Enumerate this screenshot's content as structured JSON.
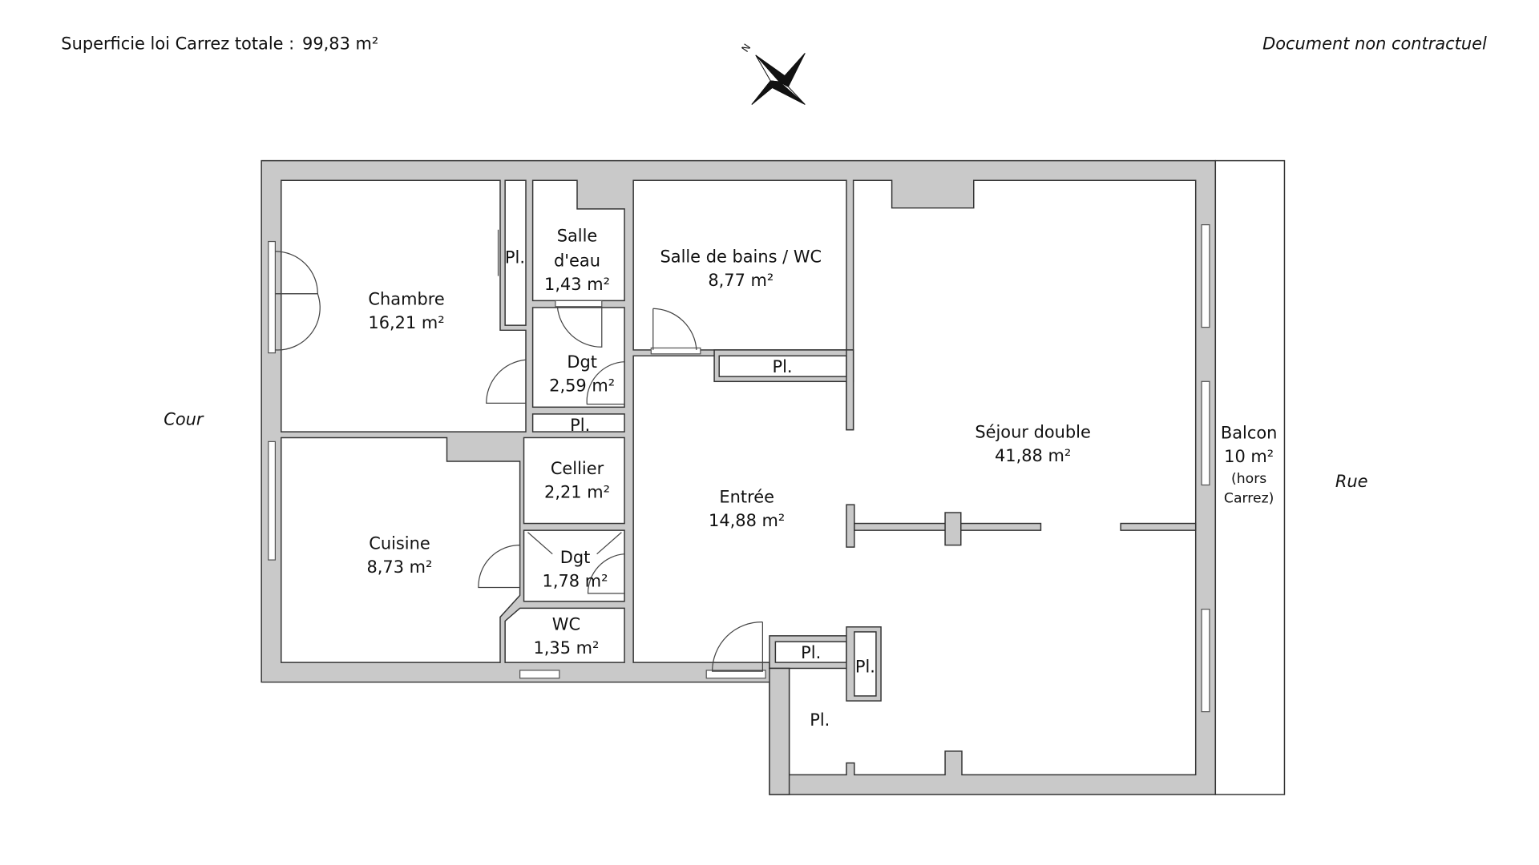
{
  "header": {
    "area_label": "Superficie loi Carrez totale :",
    "area_value": "99,83 m²",
    "disclaimer": "Document non contractuel"
  },
  "compass": {
    "north": "N"
  },
  "sides": {
    "left": "Cour",
    "right": "Rue"
  },
  "rooms": {
    "chambre": {
      "name": "Chambre",
      "area": "16,21 m²"
    },
    "salle_eau": {
      "name1": "Salle",
      "name2": "d'eau",
      "area": "1,43 m²"
    },
    "salle_bains": {
      "name": "Salle de bains / WC",
      "area": "8,77 m²"
    },
    "dgt1": {
      "name": "Dgt",
      "area": "2,59 m²"
    },
    "cellier": {
      "name": "Cellier",
      "area": "2,21 m²"
    },
    "entree": {
      "name": "Entrée",
      "area": "14,88 m²"
    },
    "sejour": {
      "name": "Séjour double",
      "area": "41,88 m²"
    },
    "cuisine": {
      "name": "Cuisine",
      "area": "8,73 m²"
    },
    "dgt2": {
      "name": "Dgt",
      "area": "1,78 m²"
    },
    "wc": {
      "name": "WC",
      "area": "1,35 m²"
    },
    "balcon": {
      "name": "Balcon",
      "area": "10 m²",
      "note1": "(hors",
      "note2": "Carrez)"
    }
  },
  "placards": [
    "Pl.",
    "Pl.",
    "Pl.",
    "Pl.",
    "Pl.",
    "Pl."
  ]
}
